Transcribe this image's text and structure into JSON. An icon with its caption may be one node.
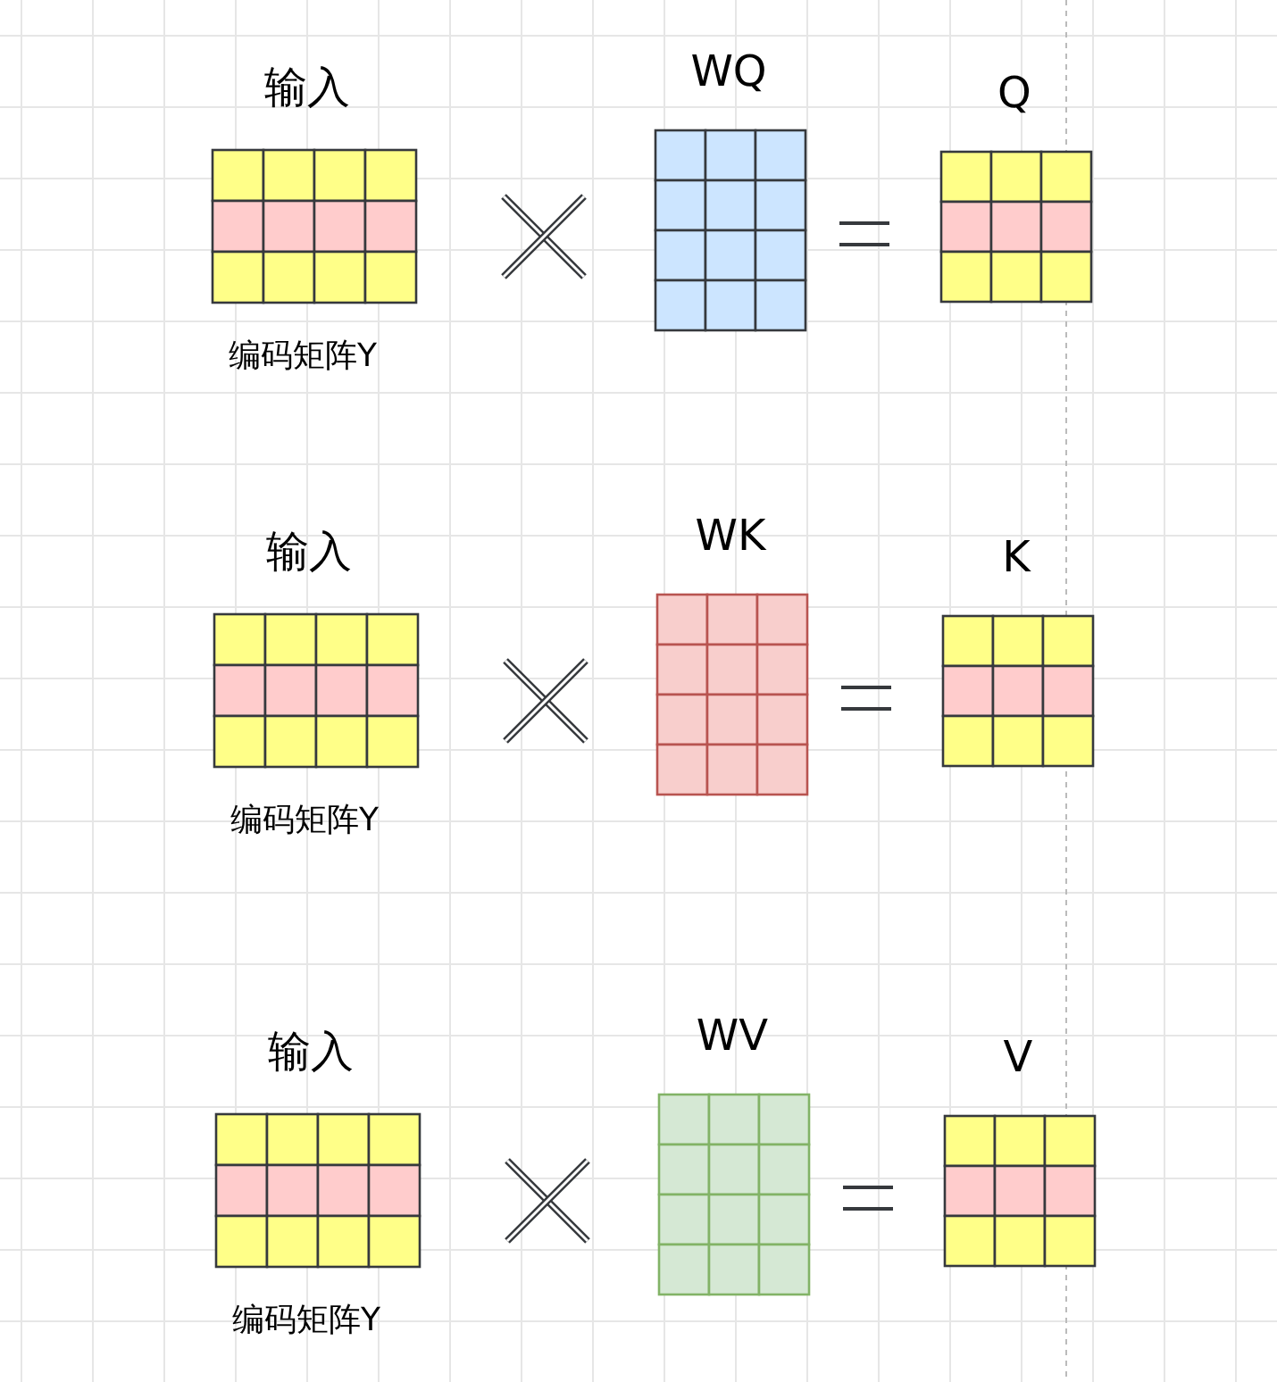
{
  "diagram": {
    "nodes": [
      {
        "text": [
          "输入"
        ],
        "beside": [
          "编码矩阵Y"
        ]
      },
      {
        "text": [
          "WQ"
        ]
      },
      {
        "text": [
          "Q"
        ]
      },
      {
        "text": [
          "输入"
        ],
        "beside": [
          "编码矩阵Y"
        ]
      },
      {
        "text": [
          "WK"
        ]
      },
      {
        "text": [
          "K"
        ]
      },
      {
        "text": [
          "输入"
        ],
        "beside": [
          "编码矩阵Y"
        ]
      },
      {
        "text": [
          "WV"
        ]
      },
      {
        "text": [
          "V"
        ]
      }
    ]
  }
}
